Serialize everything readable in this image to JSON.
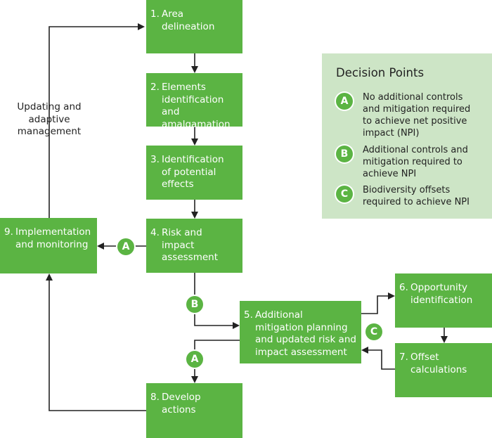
{
  "boxes": {
    "b1": {
      "num": "1.",
      "text": "Area\ndelineation"
    },
    "b2": {
      "num": "2.",
      "text": "Elements\nidentification and\namalgamation"
    },
    "b3": {
      "num": "3.",
      "text": "Identification\nof potential\neffects"
    },
    "b4": {
      "num": "4.",
      "text": "Risk and\nimpact\nassessment"
    },
    "b5": {
      "num": "5.",
      "text": "Additional\nmitigation planning\nand updated risk and\nimpact assessment"
    },
    "b6": {
      "num": "6.",
      "text": "Opportunity\nidentification"
    },
    "b7": {
      "num": "7.",
      "text": "Offset\ncalculations"
    },
    "b8": {
      "num": "8.",
      "text": "Develop\nactions"
    },
    "b9": {
      "num": "9.",
      "text": "Implementation\nand monitoring"
    }
  },
  "loop_label": "Updating and\nadaptive\nmanagement",
  "badges": {
    "a_left": "A",
    "b_down": "B",
    "a_down": "A",
    "c_right": "C"
  },
  "legend": {
    "title": "Decision Points",
    "items": [
      {
        "key": "A",
        "text": "No additional controls\nand mitigation required\nto achieve net positive\nimpact (NPI)"
      },
      {
        "key": "B",
        "text": "Additional controls and\nmitigation required to\nachieve NPI"
      },
      {
        "key": "C",
        "text": "Biodiversity offsets\nrequired to achieve NPI"
      }
    ]
  },
  "colors": {
    "box": "#5bb443",
    "legend_bg": "#cde5c6",
    "line": "#222222"
  }
}
